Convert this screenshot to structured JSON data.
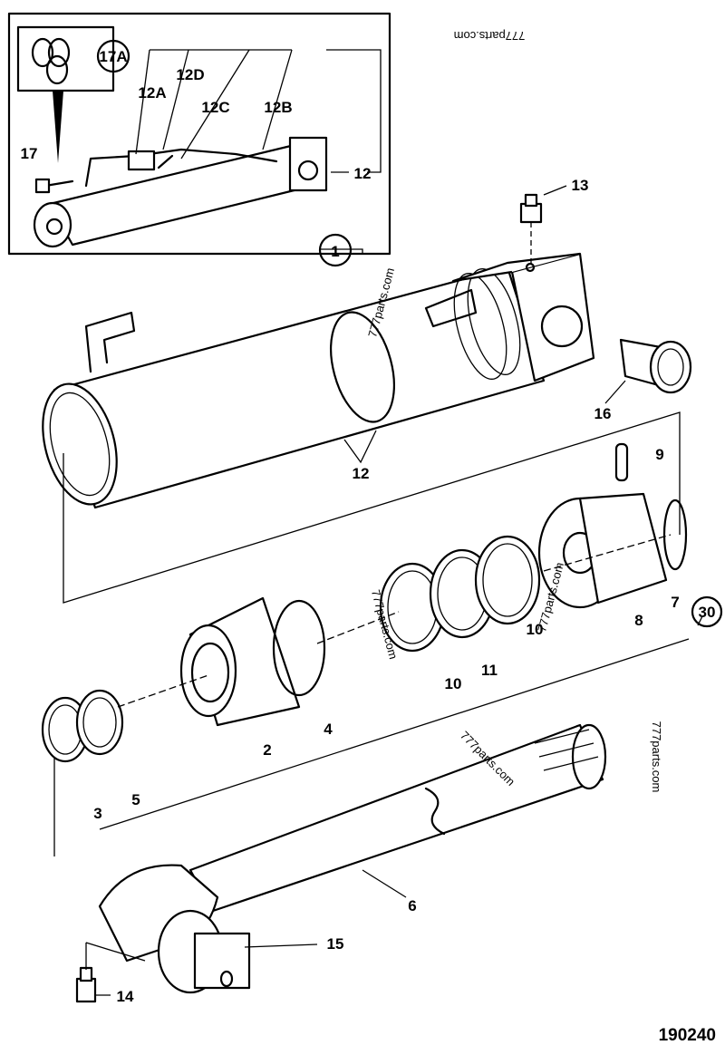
{
  "labels": {
    "l1": "1",
    "l2": "2",
    "l3": "3",
    "l4": "4",
    "l5": "5",
    "l6": "6",
    "l7": "7",
    "l8": "8",
    "l9": "9",
    "l10a": "10",
    "l10b": "10",
    "l11": "11",
    "l12": "12",
    "l12inset": "12",
    "l12A": "12A",
    "l12B": "12B",
    "l12C": "12C",
    "l12D": "12D",
    "l13": "13",
    "l14": "14",
    "l15": "15",
    "l16": "16",
    "l17": "17",
    "l17A": "17A",
    "l30": "30"
  },
  "watermarks": {
    "w1": "777parts.com",
    "w2": "777parts.com",
    "w3": "777parts.com",
    "w4": "777parts.com",
    "w5": "777parts.com",
    "w6": "777parts.com"
  },
  "figure_ref": "190240"
}
